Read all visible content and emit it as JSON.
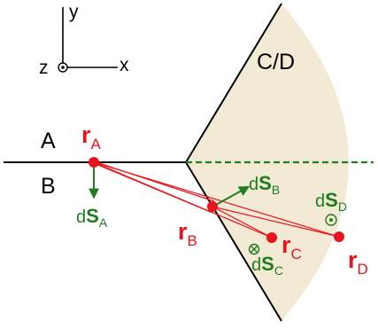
{
  "axes": {
    "y_label": "y",
    "x_label": "x",
    "z_label": "z"
  },
  "regions": {
    "upper_left": "A",
    "lower_left": "B",
    "wedge": "C/D"
  },
  "points": {
    "rA": {
      "base": "r",
      "sub": "A"
    },
    "rB": {
      "base": "r",
      "sub": "B"
    },
    "rC": {
      "base": "r",
      "sub": "C"
    },
    "rD": {
      "base": "r",
      "sub": "D"
    }
  },
  "surface_elements": {
    "dSA": {
      "prefix": "d",
      "base": "S",
      "sub": "A"
    },
    "dSB": {
      "prefix": "d",
      "base": "S",
      "sub": "B"
    },
    "dSC": {
      "prefix": "d",
      "base": "S",
      "sub": "C"
    },
    "dSD": {
      "prefix": "d",
      "base": "S",
      "sub": "D"
    }
  },
  "colors": {
    "point_red": "#e8141c",
    "vector_green": "#1e7d1e",
    "wedge_fill": "#f3ead6",
    "line_black": "#000000"
  }
}
